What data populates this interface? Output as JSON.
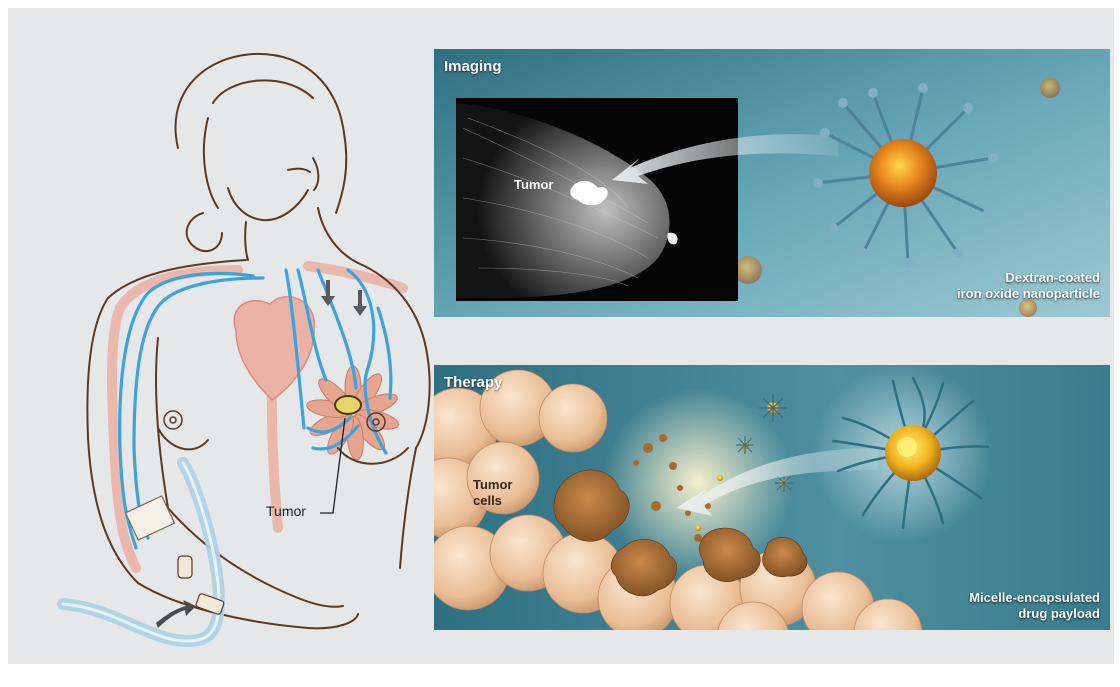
{
  "panels": {
    "imaging": {
      "title": "Imaging",
      "scan_label": "Tumor",
      "particle_caption": [
        "Dextran-coated",
        "iron oxide nanoparticle"
      ]
    },
    "therapy": {
      "title": "Therapy",
      "cells_label": [
        "Tumor",
        "cells"
      ],
      "particle_caption": [
        "Micelle-encapsulated",
        "drug payload"
      ]
    }
  },
  "body": {
    "tumor_label": "Tumor"
  },
  "colors": {
    "background": "#e6e7e8",
    "vessel": "#3aa3e0",
    "outline": "#5b3a24",
    "panel_teal": "#3e7d8f",
    "tumor_yellow": "#e8d46a"
  }
}
